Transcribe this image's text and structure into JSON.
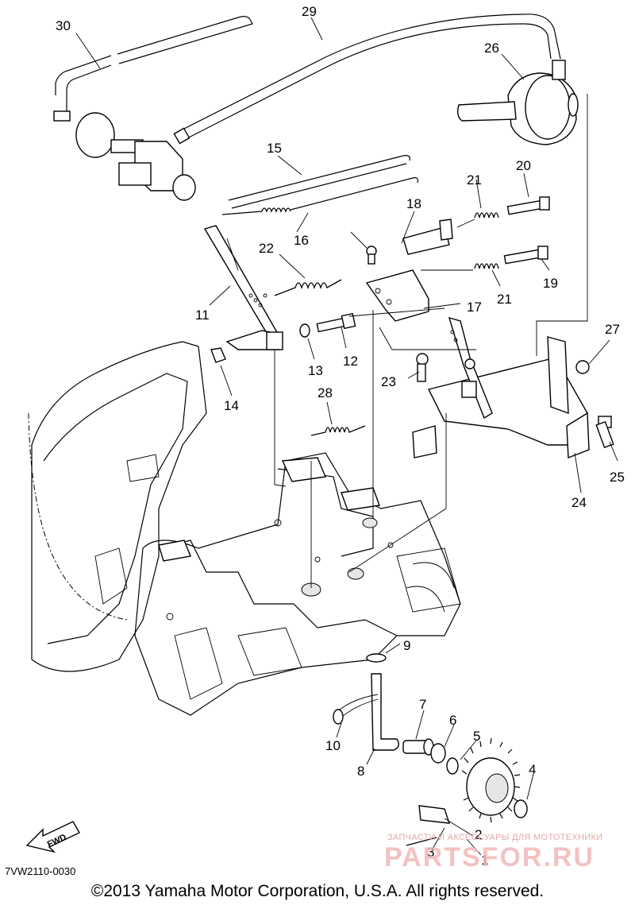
{
  "labels": {
    "p1": "1",
    "p2": "2",
    "p3": "3",
    "p4": "4",
    "p5": "5",
    "p6": "6",
    "p7": "7",
    "p8": "8",
    "p9": "9",
    "p10": "10",
    "p11": "11",
    "p12": "12",
    "p13": "13",
    "p14": "14",
    "p15": "15",
    "p16": "16",
    "p17": "17",
    "p18": "18",
    "p19": "19",
    "p20": "20",
    "p21a": "21",
    "p21b": "21",
    "p22": "22",
    "p23": "23",
    "p24": "24",
    "p25": "25",
    "p26": "26",
    "p27": "27",
    "p28": "28",
    "p29": "29",
    "p30": "30"
  },
  "fwd_arrow": "FWD",
  "diagram_code": "7VW2110-0030",
  "copyright": "©2013 Yamaha Motor Corporation, U.S.A. All rights reserved.",
  "watermark": {
    "line1": "ЗАПЧАСТИ И АКСЕССУАРЫ ДЛЯ МОТОТЕХНИКИ",
    "line2": "PARTSFOR.RU",
    "color": "#f2b8b8"
  }
}
